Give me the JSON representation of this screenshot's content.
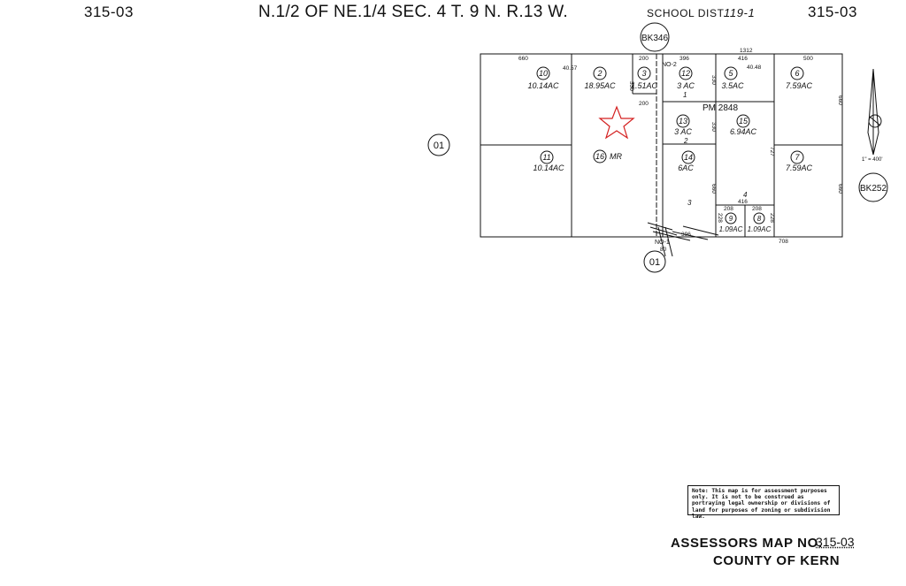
{
  "header": {
    "left_book": "315-03",
    "title": "N.1/2 OF NE.1/4 SEC. 4 T. 9 N. R.13 W.",
    "school_dist_label": "SCHOOL DIST.",
    "school_dist_value": "119-1",
    "right_book": "315-03"
  },
  "map": {
    "book_refs": {
      "top": "BK346",
      "right": "BK252"
    },
    "adjacent_pages": {
      "left": "01",
      "bottom": "01"
    },
    "pm_label": "PM 2848",
    "scale": "1\" = 400'",
    "parcels": [
      {
        "num": "10",
        "area": "10.14AC"
      },
      {
        "num": "2",
        "area": "18.95AC"
      },
      {
        "num": "3",
        "area": "1.51AC"
      },
      {
        "num": "12",
        "area": "3 AC"
      },
      {
        "num": "5",
        "area": "3.5AC"
      },
      {
        "num": "6",
        "area": "7.59AC"
      },
      {
        "num": "13",
        "area": "3 AC"
      },
      {
        "num": "15",
        "area": "6.94AC"
      },
      {
        "num": "11",
        "area": "10.14AC"
      },
      {
        "num": "16",
        "area": "MR"
      },
      {
        "num": "14",
        "area": "6AC"
      },
      {
        "num": "7",
        "area": "7.59AC"
      },
      {
        "num": "9",
        "area": "1.09AC"
      },
      {
        "num": "8",
        "area": "1.09AC"
      }
    ],
    "dimensions": {
      "top_total": "1312",
      "d660_top_left": "660",
      "d4057": "40.57",
      "d200_top": "200",
      "d396": "396",
      "d416_top": "416",
      "d4048": "40.48",
      "d500": "500",
      "d200_mid": "200",
      "d330_left": "330",
      "d330_a": "330",
      "d330_b": "330",
      "d660_right_top": "660",
      "d660_right_bot": "660",
      "d660_mid": "660",
      "d727": "727",
      "d416_bot": "416",
      "d208_a": "208",
      "d208_b": "208",
      "d228_a": "228",
      "d228_b": "228",
      "d396_bot": "396",
      "d708": "708",
      "d80": "80"
    },
    "lot_labels": {
      "no2": "NO-2",
      "no1": "NO-1",
      "lot1": "1",
      "lot2": "2",
      "lot3": "3",
      "lot4": "4"
    }
  },
  "note_text": "Note: This map is for assessment purposes only. It is not to be construed as portraying legal ownership or divisions of land for purposes of zoning or subdivision law.",
  "footer": {
    "map_label": "ASSESSORS MAP NO.",
    "map_number": "315-03",
    "county": "COUNTY OF KERN"
  }
}
